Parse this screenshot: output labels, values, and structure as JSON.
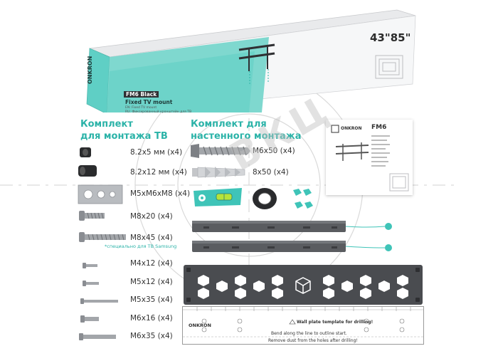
{
  "box": {
    "brand": "ONKRON",
    "model": "FM6 Black",
    "product_type": "Fixed TV mount",
    "size_range": "43\"85\"",
    "line_ru": "RU: Фиксированный кронштейн для ТВ",
    "line_en": "EN: Fixed TV mount"
  },
  "tv_kit": {
    "title_line1": "Комплект",
    "title_line2": "для монтажа ТВ",
    "items": [
      {
        "label": "8.2x5 мм (x4)"
      },
      {
        "label": "8.2x12 мм (x4)"
      },
      {
        "label": "M5xM6xM8 (x4)"
      },
      {
        "label": "M8x20 (x4)"
      },
      {
        "label": "M8x45 (x4)",
        "note": "*специально для ТВ Samsung"
      },
      {
        "label": "M4x12 (x4)"
      },
      {
        "label": "M5x12 (x4)"
      },
      {
        "label": "M5x35 (x4)"
      },
      {
        "label": "M6x16 (x4)"
      },
      {
        "label": "M6x35 (x4)"
      }
    ]
  },
  "wall_kit": {
    "title_line1": "Комплект для",
    "title_line2": "настенного монтажа",
    "items": [
      {
        "label": "M6x50 (x4)"
      },
      {
        "label": "8x50 (x4)"
      }
    ]
  },
  "manual": {
    "brand": "ONKRON",
    "model": "FM6"
  },
  "template": {
    "brand": "ONKRON",
    "line1": "Wall plate template for drilling!",
    "line2": "Bend along the line to outline start.",
    "line3": "Remove dust from the holes after drilling!"
  },
  "watermark": "ВКЦ",
  "colors": {
    "accent": "#2bb3a8",
    "box_teal": "#5fcfc5",
    "metal_dark": "#4a4c50",
    "steel": "#8a8d92"
  },
  "icons": [
    "screw-icon",
    "anchor-icon",
    "level-icon",
    "tape-icon",
    "clip-icon",
    "cube-logo-icon"
  ]
}
